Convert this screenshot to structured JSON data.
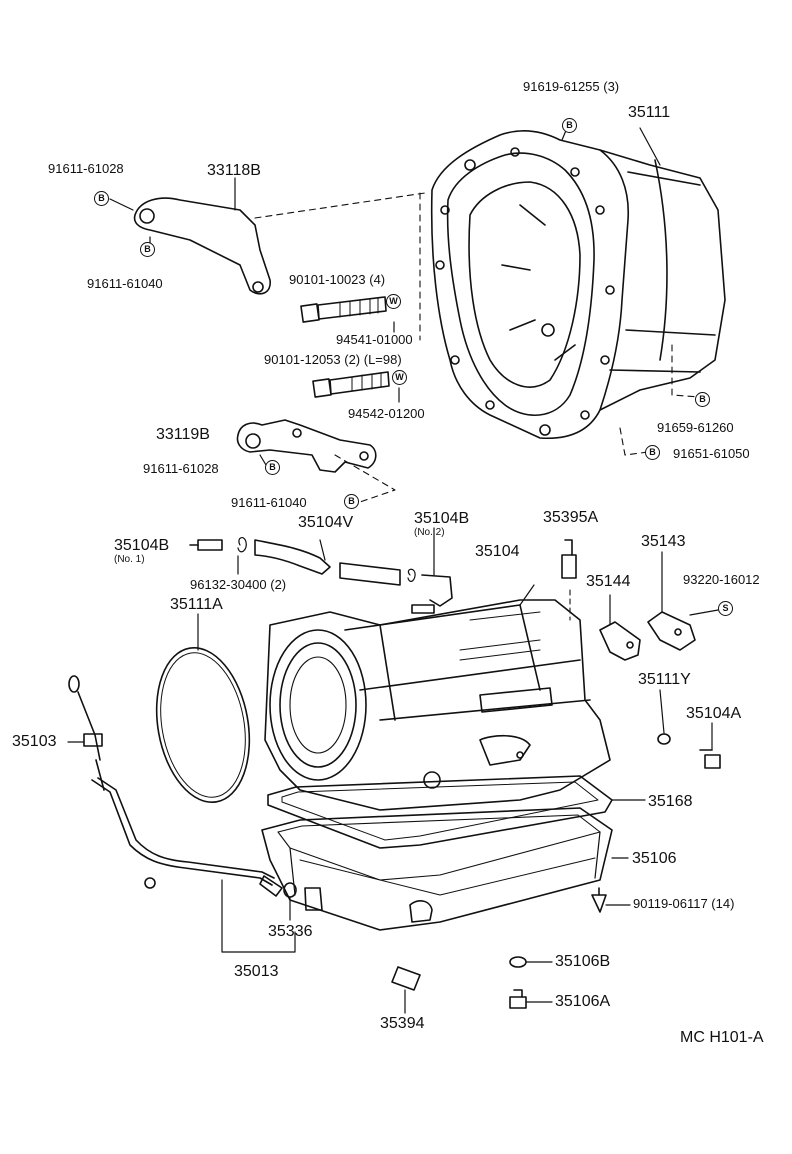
{
  "parts": {
    "p91619_61255": "91619-61255 (3)",
    "p35111": "35111",
    "p91611_61028_a": "91611-61028",
    "p33118B": "33118B",
    "p91611_61040_a": "91611-61040",
    "p90101_10023": "90101-10023 (4)",
    "p94541_01000": "94541-01000",
    "p90101_12053": "90101-12053 (2)  (L=98)",
    "p94542_01200": "94542-01200",
    "p33119B": "33119B",
    "p91611_61028_b": "91611-61028",
    "p91611_61040_b": "91611-61040",
    "p91659_61260": "91659-61260",
    "p91651_61050": "91651-61050",
    "p35104V": "35104V",
    "p35104B_no2": "35104B",
    "no2": "(No. 2)",
    "p35395A": "35395A",
    "p35104B_no1": "35104B",
    "no1": "(No. 1)",
    "p35104": "35104",
    "p35143": "35143",
    "p96132_30400": "96132-30400 (2)",
    "p35144": "35144",
    "p93220_16012": "93220-16012",
    "p35111A": "35111A",
    "p35111Y": "35111Y",
    "p35103": "35103",
    "p35104A": "35104A",
    "p35168": "35168",
    "p35106": "35106",
    "p90119_06117": "90119-06117 (14)",
    "p35336": "35336",
    "p35013": "35013",
    "p35106B": "35106B",
    "p35106A": "35106A",
    "p35394": "35394",
    "code": "MC H101-A"
  },
  "badges": {
    "b": "B",
    "w": "W",
    "s": "S"
  }
}
